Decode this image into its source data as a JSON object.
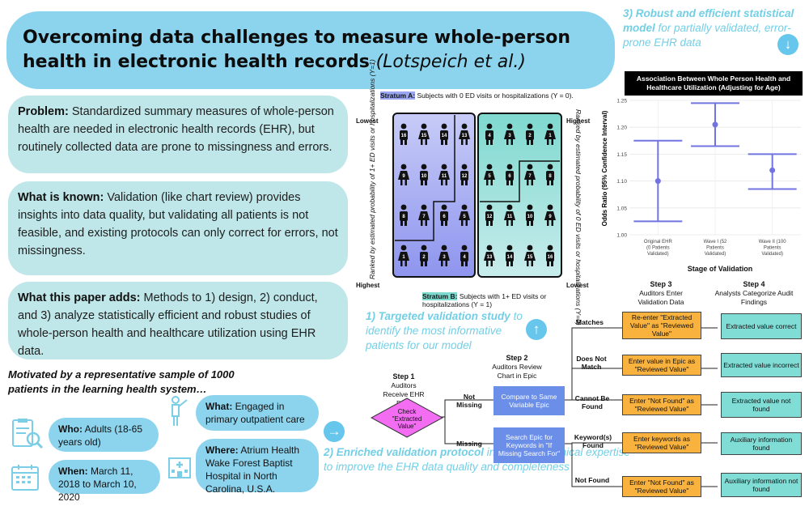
{
  "title": {
    "main": "Overcoming data challenges to measure whole-person health in electronic health records",
    "author": "(Lotspeich et al.)"
  },
  "problem": {
    "label": "Problem:",
    "text": "Standardized summary measures of whole-person health are needed in electronic health records (EHR), but routinely collected data are prone to missingness and errors."
  },
  "known": {
    "label": "What is known:",
    "text": "Validation (like chart review) provides insights into data quality, but validating all patients is not feasible, and existing protocols can only correct for errors, not missingness."
  },
  "adds": {
    "label": "What this paper adds:",
    "text": "Methods to 1) design, 2) conduct, and 3) analyze statistically efficient and robust studies of whole-person health and healthcare utilization using EHR data."
  },
  "motivated": "Motivated by a representative sample of 1000 patients in the learning health system…",
  "who": {
    "label": "Who:",
    "text": "Adults (18-65 years old)"
  },
  "when": {
    "label": "When:",
    "text": "March 11, 2018 to March 10, 2020"
  },
  "what": {
    "label": "What:",
    "text": "Engaged in primary outpatient care"
  },
  "where": {
    "label": "Where:",
    "text": "Atrium Health Wake Forest Baptist Hospital in North Carolina, U.S.A."
  },
  "section1": {
    "bold": "1) Targeted validation study",
    "rest": "to identify the most informative patients for our model"
  },
  "section2": {
    "bold": "2) Enriched validation protocol",
    "rest": "incorporates clinical expertise to improve the EHR data quality and completeness"
  },
  "section3": {
    "bold": "3) Robust and efficient statistical model",
    "rest": "for partially validated, error-prone EHR data"
  },
  "strata": {
    "a_label": "Stratum A:",
    "a_text": "Subjects with 0 ED visits or hospitalizations (Y = 0).",
    "b_label": "Stratum B:",
    "b_text": "Subjects with 1+ ED visits or hospitalizations (Y = 1)",
    "left_axis": "Ranked by estimated probability of 1+ ED visits or hospitalizations (Y=1)",
    "right_axis": "Ranked by estimated probability of 0 ED visits or hospitalizations (Y=0)",
    "lowest": "Lowest",
    "highest": "Highest",
    "left_numbers": [
      [
        "16",
        "15",
        "14",
        "13"
      ],
      [
        "9",
        "10",
        "11",
        "12"
      ],
      [
        "8",
        "7",
        "6",
        "5"
      ],
      [
        "1",
        "2",
        "3",
        "4"
      ]
    ],
    "right_numbers": [
      [
        "4",
        "3",
        "2",
        "1"
      ],
      [
        "5",
        "6",
        "7",
        "8"
      ],
      [
        "12",
        "11",
        "10",
        "9"
      ],
      [
        "13",
        "14",
        "15",
        "16"
      ]
    ]
  },
  "flow": {
    "step1": {
      "title": "Step 1",
      "text": "Auditors Receive EHR Data"
    },
    "step2": {
      "title": "Step 2",
      "text": "Auditors Review Chart in Epic"
    },
    "step3": {
      "title": "Step 3",
      "text": "Auditors Enter Validation Data"
    },
    "step4": {
      "title": "Step 4",
      "text": "Analysts Categorize Audit Findings"
    },
    "check": "Check \"Extracted Value\"",
    "not_missing": "Not Missing",
    "missing": "Missing",
    "compare": "Compare to Same Variable Epic",
    "search": "Search Epic for Keywords in \"If Missing Search For\"",
    "matches": "Matches",
    "does_not_match": "Does Not Match",
    "cannot_be_found": "Cannot Be Found",
    "keywords_found": "Keyword(s) Found",
    "not_found": "Not Found",
    "enter": [
      "Re-enter \"Extracted Value\" as \"Reviewed Value\"",
      "Enter value in Epic as \"Reviewed Value\"",
      "Enter \"Not Found\" as \"Reviewed Value\"",
      "Enter keywords as \"Reviewed Value\"",
      "Enter \"Not Found\" as \"Reviewed Value\""
    ],
    "outcomes": [
      "Extracted value correct",
      "Extracted value incorrect",
      "Extracted value not found",
      "Auxiliary information found",
      "Auxiliary information not found"
    ]
  },
  "chart_data": {
    "type": "scatter",
    "title": "Association Between Whole Person Health and Healthcare Utilization (Adjusting for Age)",
    "xlabel": "Stage of Validation",
    "ylabel": "Odds Ratio (95% Confidence Interval)",
    "categories": [
      "Original EHR (0 Patients Validated)",
      "Wave I (52 Patients Validated)",
      "Wave II (100 Patients Validated)"
    ],
    "estimates": [
      1.1,
      1.205,
      1.12
    ],
    "lower": [
      1.025,
      1.165,
      1.085
    ],
    "upper": [
      1.175,
      1.245,
      1.15
    ],
    "ylim": [
      1.0,
      1.25
    ],
    "yticks": [
      "1.00",
      "1.05",
      "1.10",
      "1.15",
      "1.20",
      "1.25"
    ],
    "color": "#7174e0"
  },
  "colors": {
    "title_bg": "#8cd4ee",
    "pill_bg": "#bfe6e8",
    "accent": "#72cfe6",
    "orange": "#f8b23d",
    "teal": "#80ddd6",
    "blue": "#6b8ee8"
  }
}
